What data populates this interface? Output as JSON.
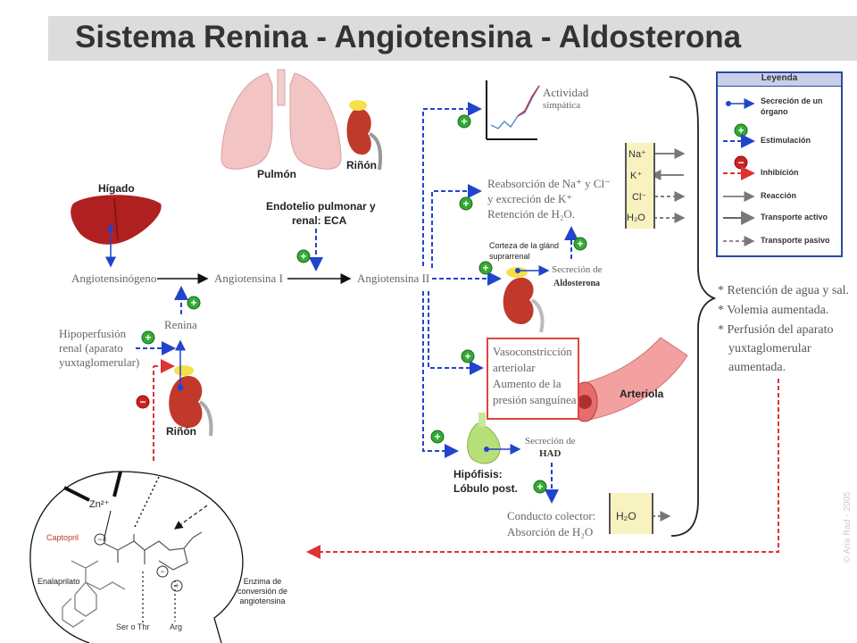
{
  "title": "Sistema Renina - Angiotensina - Aldosterona",
  "legend": {
    "title": "Leyenda",
    "items": [
      "Secreción de un órgano",
      "Estimulación",
      "Inhibición",
      "Reacción",
      "Transporte activo",
      "Transporte pasivo"
    ],
    "item1_line1": "Secreción de un",
    "item1_line2": "órgano"
  },
  "organs": {
    "pulmon": "Pulmón",
    "rinon_top": "Riñón",
    "higado": "Hígado",
    "rinon_bottom": "Riñón",
    "arteriola": "Arteriola",
    "hipofisis_1": "Hipófisis:",
    "hipofisis_2": "Lóbulo post."
  },
  "labels": {
    "endotelio_1": "Endotelio pulmonar y",
    "endotelio_2": "renal: ECA",
    "angiotensinogeno": "Angiotensinógeno",
    "angiotensina1": "Angiotensina I",
    "angiotensina2": "Angiotensina II",
    "renina": "Renina",
    "hipo_1": "Hipoperfusión",
    "hipo_2": "renal (aparato",
    "hipo_3": "yuxtaglomerular)",
    "actividad_1": "Actividad",
    "actividad_2": "simpática",
    "reab_1": "Reabsorción de Na⁺ y Cl⁻",
    "reab_2": "y excreción de K⁺",
    "reab_3": "Retención de H₂O.",
    "corteza_1": "Corteza de la glánd",
    "corteza_2": "suprarrenal",
    "secrecion_ald_1": "Secreción de",
    "secrecion_ald_2": "Aldosterona",
    "vaso_1": "Vasoconstricción",
    "vaso_2": "arteriolar",
    "vaso_3": "Aumento de la",
    "vaso_4": "presión sanguínea",
    "secrecion_had_1": "Secreción de",
    "secrecion_had_2": "HAD",
    "conducto_1": "Conducto colector:",
    "conducto_2": "Absorción de H₂O",
    "ions": [
      "Na⁺",
      "K⁺",
      "Cl⁻",
      "H₂O"
    ],
    "h2o_bottom": "H₂O"
  },
  "effects": {
    "line1": "* Retención de agua y sal.",
    "line2": "* Volemia aumentada.",
    "line3": "* Perfusión del aparato",
    "line4": "yuxtaglomerular",
    "line5": "aumentada."
  },
  "inset": {
    "captopril": "Captopril",
    "enalaprilato": "Enalaprilato",
    "enzima_1": "Enzima de",
    "enzima_2": "conversión de",
    "enzima_3": "angiotensina",
    "zn": "Zn²⁺",
    "ser": "Ser o Thr",
    "arg": "Arg"
  },
  "watermark": "© Aria Rad - 2005",
  "colors": {
    "stimulation": "#2244cc",
    "inhibition": "#dd3333",
    "plus_green": "#33aa33",
    "minus_red": "#cc2222"
  }
}
